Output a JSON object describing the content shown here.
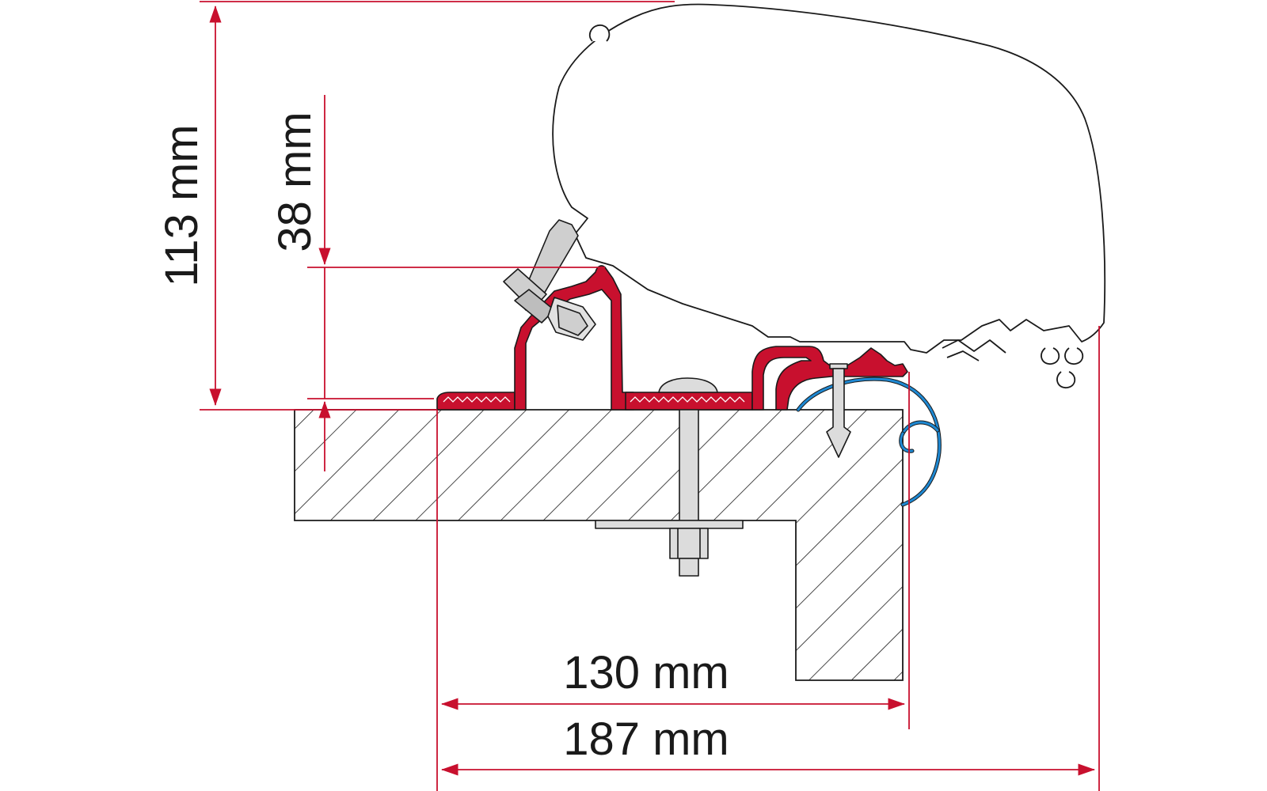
{
  "dimensions": {
    "total_height": "113 mm",
    "adapter_height": "38 mm",
    "wall_depth": "130 mm",
    "total_depth": "187 mm"
  },
  "colors": {
    "dimension_line": "#c8102e",
    "adapter_profile": "#c8102e",
    "rail_profile": "#1e88d2",
    "outline": "#1a1a1a",
    "hardware": "#cfcfcf"
  }
}
